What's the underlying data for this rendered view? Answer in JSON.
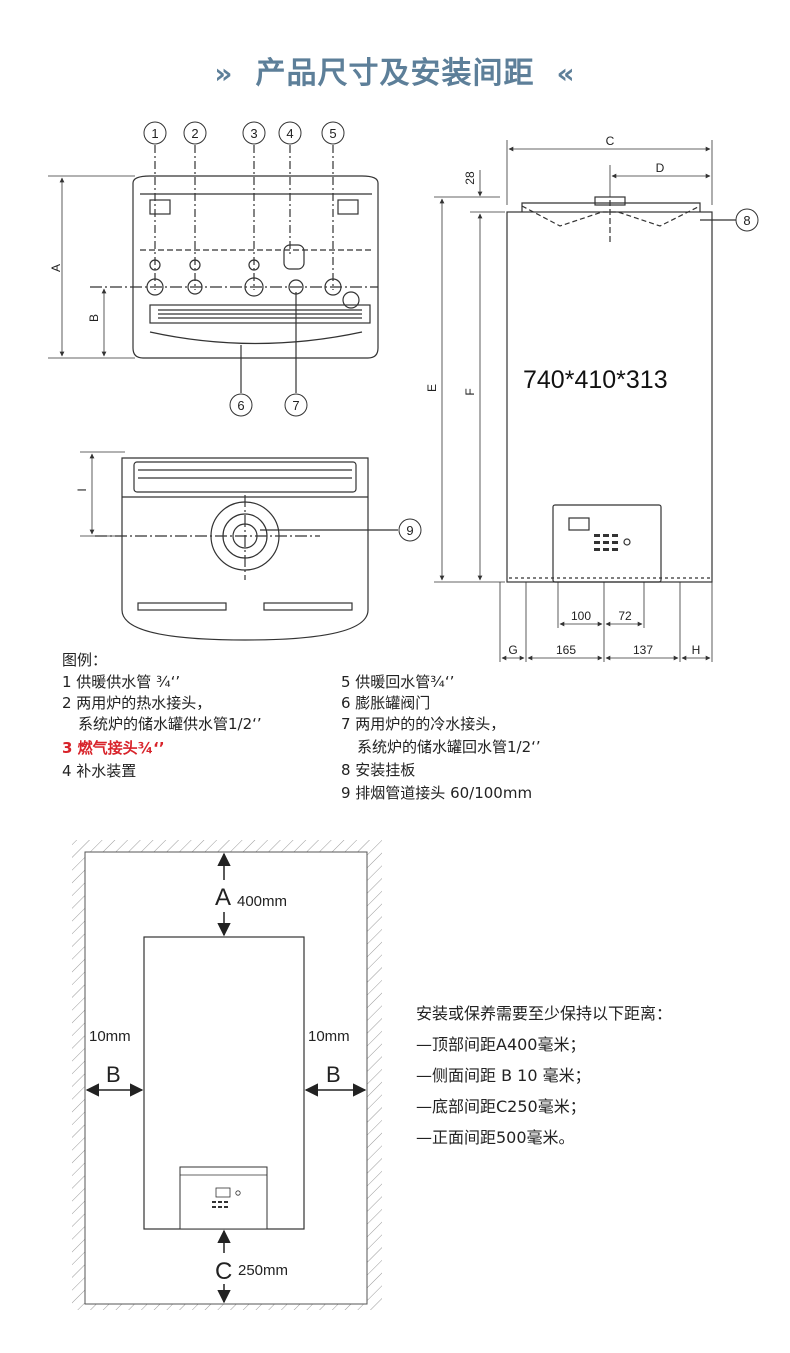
{
  "header": {
    "title": "产品尺寸及安装间距",
    "left_chevron": "»",
    "right_chevron": "«"
  },
  "callouts": [
    "1",
    "2",
    "3",
    "4",
    "5",
    "6",
    "7",
    "8",
    "9"
  ],
  "dims": {
    "A": "A",
    "B": "B",
    "C": "C",
    "D": "D",
    "E": "E",
    "F": "F",
    "G": "G",
    "H": "H",
    "I": "I",
    "n28": "28",
    "n100": "100",
    "n72": "72",
    "n165": "165",
    "n137": "137"
  },
  "size_label": "740*410*313",
  "legend": {
    "title": "图例：",
    "items": [
      "1 供暖供水管 ¾‘’",
      "2 两用炉的热水接头，",
      "系统炉的储水罐供水管1/2‘’",
      "3 燃气接头¾‘’",
      "4 补水装置",
      "5 供暖回水管¾‘’",
      "6 膨胀罐阀门",
      "7 两用炉的的冷水接头，",
      "系统炉的储水罐回水管1/2‘’",
      "8 安装挂板",
      "9 排烟管道接头 60/100mm"
    ]
  },
  "clearance": {
    "A": "A",
    "A_value": "400mm",
    "B": "B",
    "B_value": "10mm",
    "C": "C",
    "C_value": "250mm"
  },
  "requirements": {
    "title": "安装或保养需要至少保持以下距离：",
    "lines": [
      "—顶部间距A400毫米；",
      "—侧面间距 B 10 毫米；",
      "—底部间距C250毫米；",
      "—正面间距500毫米。"
    ]
  },
  "colors": {
    "title": "#5d7f99",
    "highlight": "#d8232a",
    "line": "#333333"
  }
}
